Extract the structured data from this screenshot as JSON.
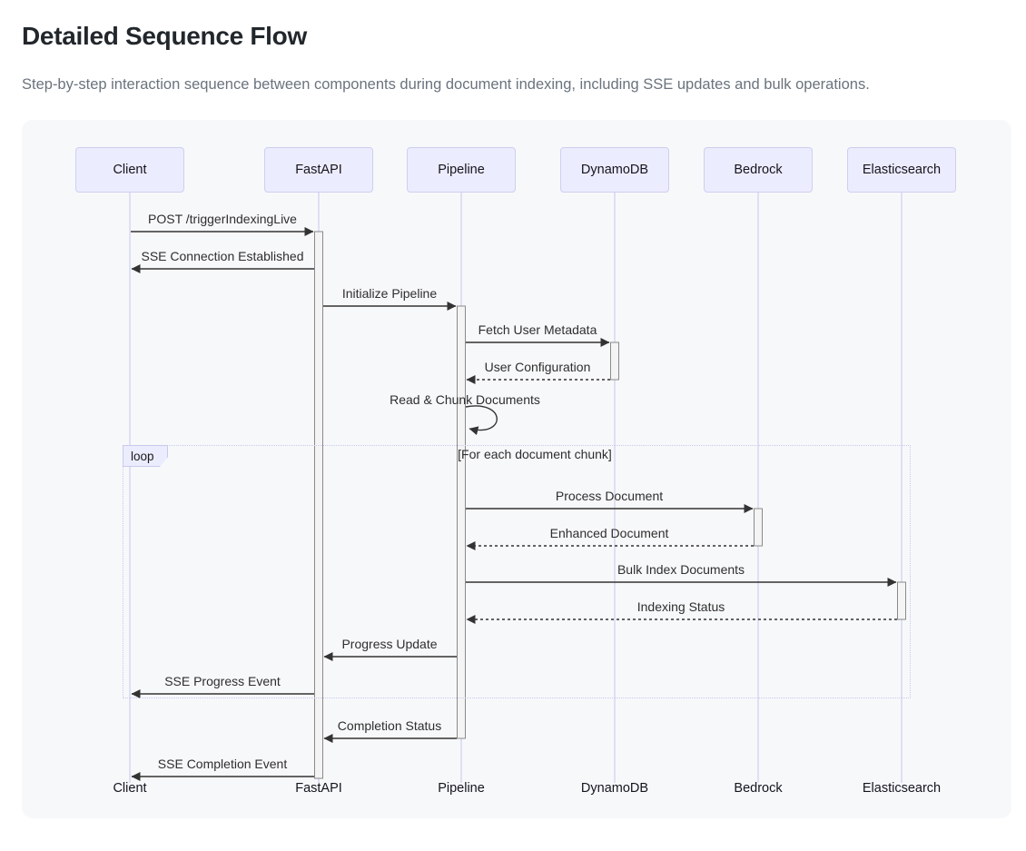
{
  "page": {
    "title": "Detailed Sequence Flow",
    "subtitle": "Step-by-step interaction sequence between components during document indexing, including SSE updates and bulk operations."
  },
  "diagram": {
    "type": "sequence",
    "participants": [
      {
        "label": "Client"
      },
      {
        "label": "FastAPI"
      },
      {
        "label": "Pipeline"
      },
      {
        "label": "DynamoDB"
      },
      {
        "label": "Bedrock"
      },
      {
        "label": "Elasticsearch"
      }
    ],
    "messages": [
      {
        "label": "POST /triggerIndexingLive",
        "from": "Client",
        "to": "FastAPI",
        "style": "solid"
      },
      {
        "label": "SSE Connection Established",
        "from": "FastAPI",
        "to": "Client",
        "style": "solid"
      },
      {
        "label": "Initialize Pipeline",
        "from": "FastAPI",
        "to": "Pipeline",
        "style": "solid"
      },
      {
        "label": "Fetch User Metadata",
        "from": "Pipeline",
        "to": "DynamoDB",
        "style": "solid"
      },
      {
        "label": "User Configuration",
        "from": "DynamoDB",
        "to": "Pipeline",
        "style": "dashed"
      },
      {
        "label": "Read & Chunk Documents",
        "from": "Pipeline",
        "to": "Pipeline",
        "style": "self"
      },
      {
        "label": "Process Document",
        "from": "Pipeline",
        "to": "Bedrock",
        "style": "solid",
        "in_loop": true
      },
      {
        "label": "Enhanced Document",
        "from": "Bedrock",
        "to": "Pipeline",
        "style": "dashed",
        "in_loop": true
      },
      {
        "label": "Bulk Index Documents",
        "from": "Pipeline",
        "to": "Elasticsearch",
        "style": "solid",
        "in_loop": true
      },
      {
        "label": "Indexing Status",
        "from": "Elasticsearch",
        "to": "Pipeline",
        "style": "dashed",
        "in_loop": true
      },
      {
        "label": "Progress Update",
        "from": "Pipeline",
        "to": "FastAPI",
        "style": "solid",
        "in_loop": true
      },
      {
        "label": "SSE Progress Event",
        "from": "FastAPI",
        "to": "Client",
        "style": "solid",
        "in_loop": true
      },
      {
        "label": "Completion Status",
        "from": "Pipeline",
        "to": "FastAPI",
        "style": "solid"
      },
      {
        "label": "SSE Completion Event",
        "from": "FastAPI",
        "to": "Client",
        "style": "solid"
      }
    ],
    "loop": {
      "keyword": "loop",
      "condition": "[For each document chunk]"
    },
    "colors": {
      "participant_fill": "#ECECFF",
      "participant_border": "#CFCFEF",
      "lifeline": "#D9D9F2",
      "arrow": "#333333",
      "activation_fill": "#F4F4F4",
      "activation_border": "#8A8A8A",
      "loop_border": "#C9C9EC",
      "canvas_bg": "#F7F8FA"
    }
  }
}
